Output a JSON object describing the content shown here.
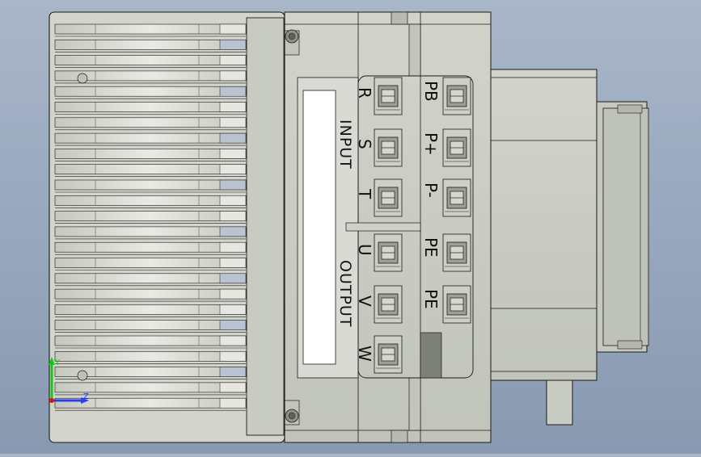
{
  "labels": {
    "input": "INPUT",
    "output": "OUTPUT"
  },
  "terminals_left": [
    "R",
    "S",
    "T",
    "U",
    "V",
    "W"
  ],
  "terminals_right": [
    "PB",
    "P+",
    "P-",
    "PE",
    "PE"
  ],
  "triad": {
    "y_label": "Y",
    "z_label": "Z"
  },
  "colors": {
    "background": "#97a6bd",
    "body": "#c9ccc2",
    "edge": "#1a1a1a",
    "axis_y": "#14c814",
    "axis_z": "#2a3ff0",
    "axis_x": "#e01010"
  }
}
